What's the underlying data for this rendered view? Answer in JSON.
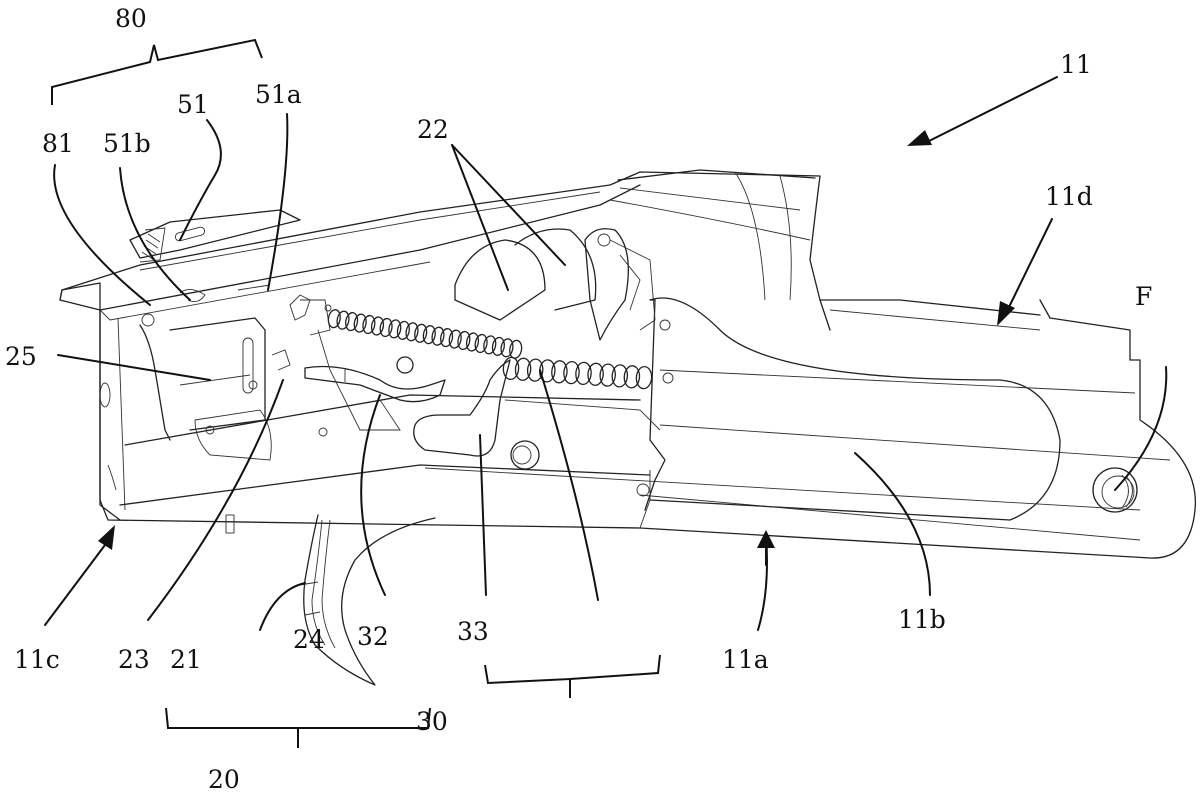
{
  "figure": {
    "subject": "Firearm receiver with trigger mechanism (patent line drawing)",
    "labels": {
      "l80": "80",
      "l81": "81",
      "l51b": "51b",
      "l51": "51",
      "l51a": "51a",
      "l22": "22",
      "l11": "11",
      "l11d": "11d",
      "lF": "F",
      "l25": "25",
      "l11c": "11c",
      "l23": "23",
      "l21": "21",
      "l24": "24",
      "l32": "32",
      "l33": "33",
      "l11a": "11a",
      "l11b": "11b",
      "l30": "30",
      "l20": "20"
    },
    "groups": {
      "80": [
        "81",
        "51b",
        "51",
        "51a"
      ],
      "20": [
        "23",
        "21",
        "24"
      ],
      "30": [
        "32",
        "33"
      ]
    }
  }
}
